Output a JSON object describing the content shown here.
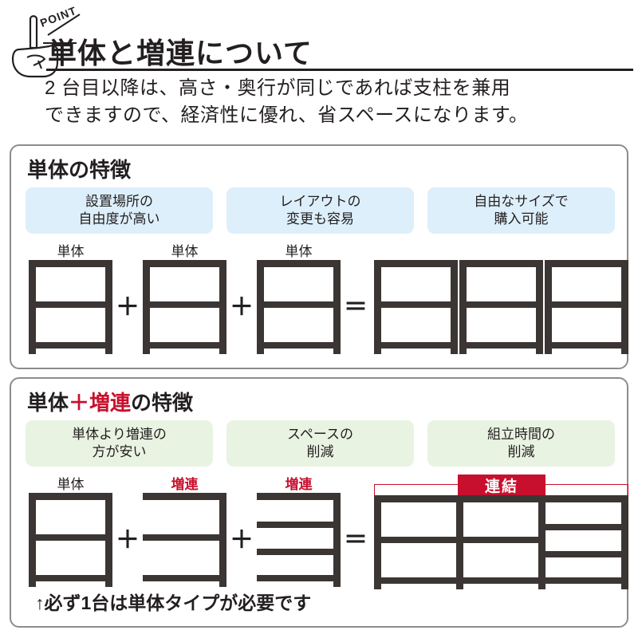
{
  "header": {
    "point_label": "POINT",
    "icon": "pointing-hand-icon",
    "title": "単体と増連について",
    "lede_line1": "2 台目以降は、高さ・奥行が同じであれば支柱を兼用",
    "lede_line2": "できますので、経済性に優れ、省スペースになります。"
  },
  "panel_single": {
    "title": "単体の特徴",
    "chips": [
      {
        "line1": "設置場所の",
        "line2": "自由度が高い"
      },
      {
        "line1": "レイアウトの",
        "line2": "変更も容易"
      },
      {
        "line1": "自由なサイズで",
        "line2": "購入可能"
      }
    ],
    "chip_color": "#ddeffa",
    "units": [
      {
        "label": "単体",
        "label_color": "#231f20"
      },
      {
        "label": "単体",
        "label_color": "#231f20"
      },
      {
        "label": "単体",
        "label_color": "#231f20"
      }
    ],
    "operators": [
      "＋",
      "＋",
      "＝"
    ],
    "result_units": 3
  },
  "panel_combo": {
    "title_part1": "単体",
    "title_plus": "＋",
    "title_part2": "増連",
    "title_part3": "の特徴",
    "accent_color": "#c8102e",
    "chips": [
      {
        "line1": "単体より増連の",
        "line2": "方が安い"
      },
      {
        "line1": "スペースの",
        "line2": "削減"
      },
      {
        "line1": "組立時間の",
        "line2": "削減"
      }
    ],
    "chip_color": "#e9f3e2",
    "units": [
      {
        "label": "単体",
        "label_color": "#231f20",
        "type": "single",
        "shelves": 3
      },
      {
        "label": "増連",
        "label_color": "#c8102e",
        "type": "addon",
        "shelves": 3
      },
      {
        "label": "増連",
        "label_color": "#c8102e",
        "type": "addon",
        "shelves": 4
      }
    ],
    "operators": [
      "＋",
      "＋",
      "＝"
    ],
    "connect_badge": "連結",
    "badge_color": "#c8102e",
    "footnote": "↑必ず1台は単体タイプが必要です"
  }
}
